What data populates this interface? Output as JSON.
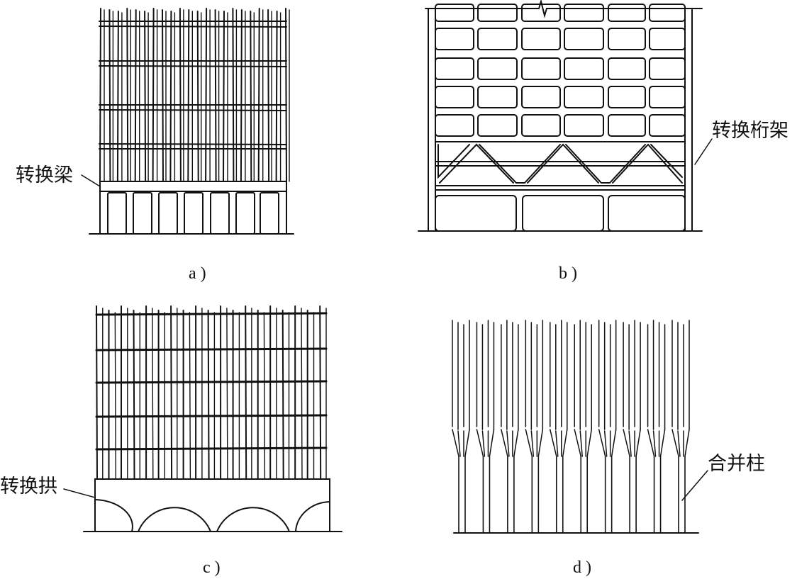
{
  "panels": {
    "a": {
      "caption": "a )",
      "label": "转换梁"
    },
    "b": {
      "caption": "b )",
      "label": "转换桁架"
    },
    "c": {
      "caption": "c )",
      "label": "转换拱"
    },
    "d": {
      "caption": "d )",
      "label": "合并柱"
    }
  },
  "colors": {
    "line": "#111111",
    "background": "#ffffff"
  }
}
